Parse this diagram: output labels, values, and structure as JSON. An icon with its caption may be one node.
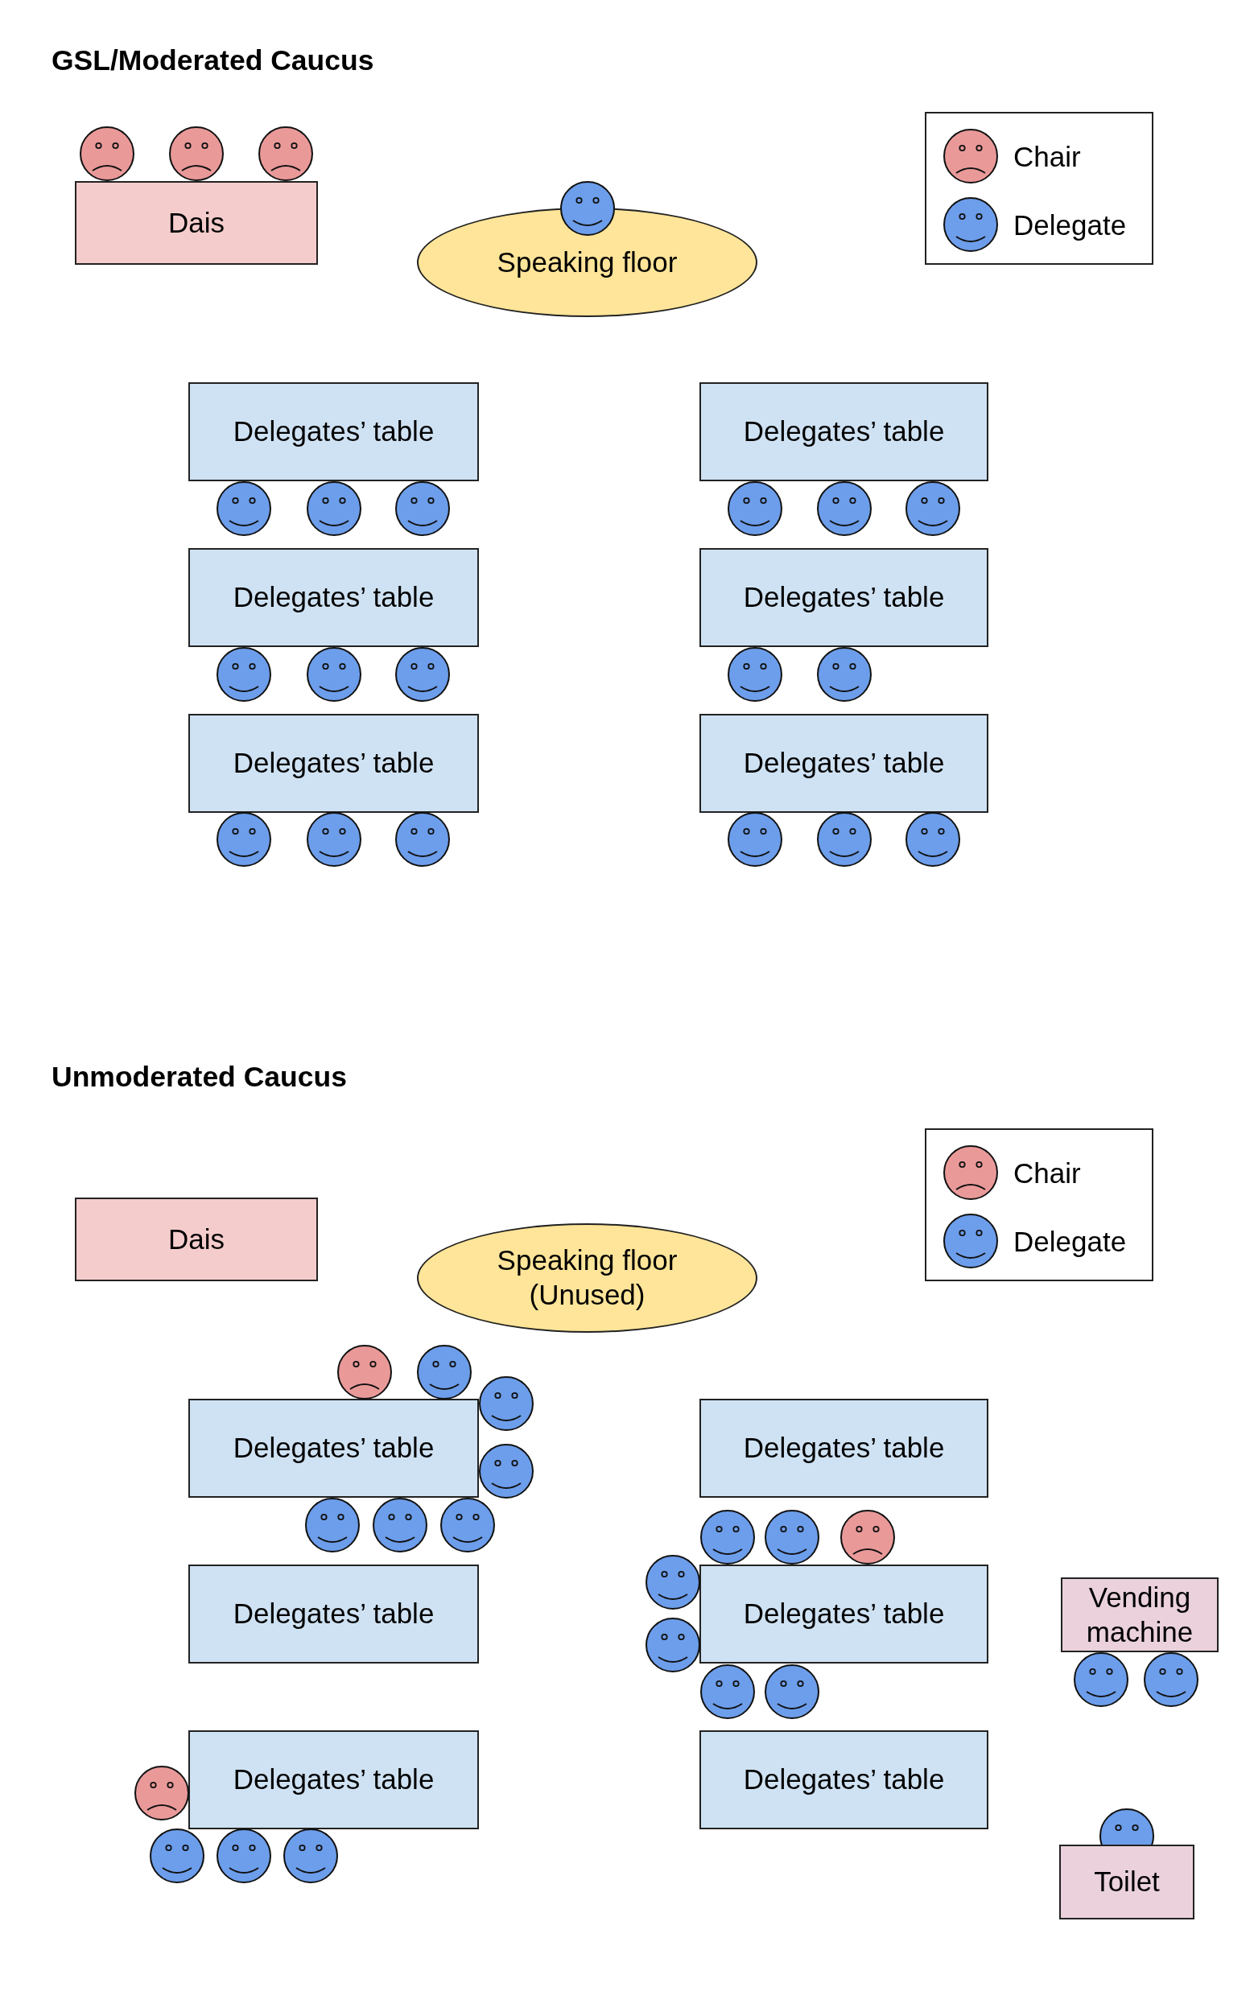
{
  "diagram": {
    "nodes": [
      {
        "text": [
          "Dais"
        ]
      },
      {
        "text": [
          "Speaking floor"
        ]
      },
      {
        "text": [
          "Delegates’ table"
        ]
      },
      {
        "text": [
          "Delegates’ table"
        ]
      },
      {
        "text": [
          "Delegates’ table"
        ]
      },
      {
        "text": [
          "Delegates’ table"
        ]
      },
      {
        "text": [
          "Delegates’ table"
        ]
      },
      {
        "text": [
          "Delegates’ table"
        ]
      },
      {
        "text": [
          "Dais"
        ]
      },
      {
        "text": [
          "Speaking floor (Unused)"
        ]
      },
      {
        "text": [
          "Delegates’ table"
        ]
      },
      {
        "text": [
          "Delegates’ table"
        ]
      },
      {
        "text": [
          "Delegates’ table"
        ]
      },
      {
        "text": [
          "Delegates’ table"
        ]
      },
      {
        "text": [
          "Delegates’ table"
        ]
      },
      {
        "text": [
          "Delegates’ table"
        ]
      },
      {
        "text": [
          "Vending machine"
        ]
      },
      {
        "text": [
          "Toilet"
        ]
      }
    ],
    "edges": [],
    "labels": [
      "GSL/Moderated Caucus",
      "Unmoderated Caucus"
    ],
    "legend": [
      {
        "text": "Chair"
      },
      {
        "text": "Delegate"
      },
      {
        "text": "Chair"
      },
      {
        "text": "Delegate"
      }
    ]
  }
}
